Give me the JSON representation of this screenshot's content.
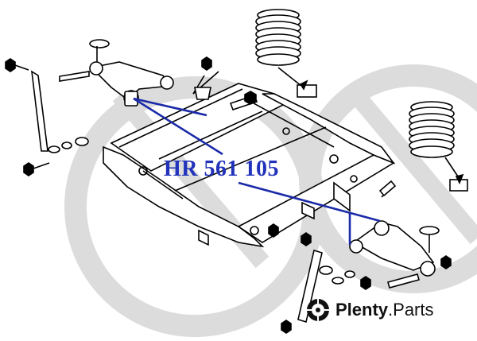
{
  "part_number": "HR 561 105",
  "brand": {
    "name": "Plenty",
    "suffix": ".Parts",
    "logo_icon": "plenty-parts-logo-icon"
  },
  "colors": {
    "label": "#2233bb",
    "callout_line": "#1a2aa8",
    "line_art": "#000000",
    "watermark": "#dadada"
  }
}
